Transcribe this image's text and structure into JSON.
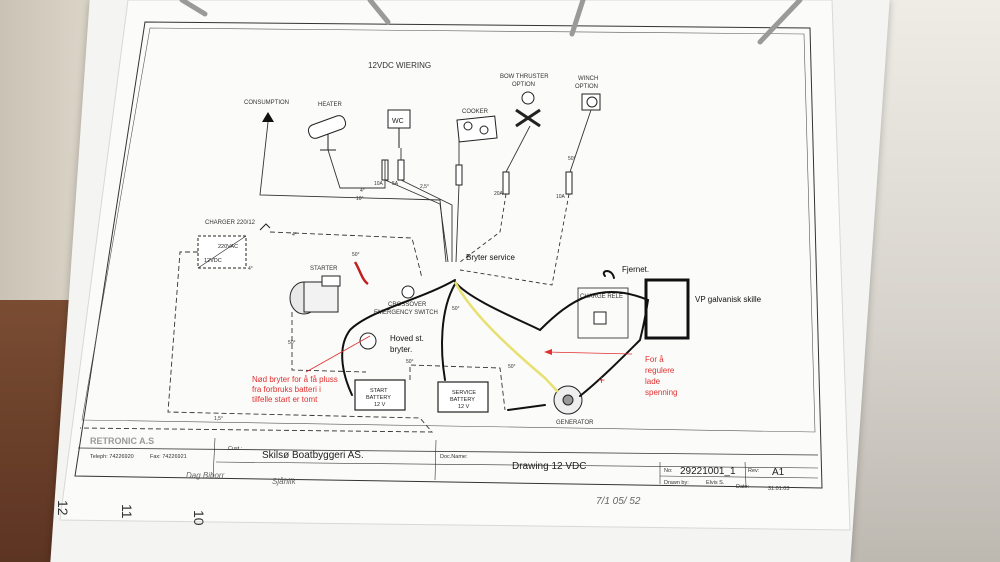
{
  "title": "12VDC WIERING",
  "loads": {
    "consumption": "CONSUMPTION",
    "heater": "HEATER",
    "wc": "WC",
    "cooker": "COOKER",
    "bow_thruster_1": "BOW THRUSTER",
    "bow_thruster_2": "OPTION",
    "winch_1": "WINCH",
    "winch_2": "OPTION"
  },
  "fuses": {
    "f1": "10A",
    "f2": "5A",
    "f3": "20A",
    "f4": "10A"
  },
  "wire_sizes": {
    "w1": "4°",
    "w2": "10°",
    "w3": "2,5°",
    "w4": "4°",
    "w5": "50°",
    "w6": "50°",
    "w7": "50°",
    "w8": "50°",
    "w9": "50°",
    "w10": "1,5°",
    "w11": "50°",
    "w12": "4°"
  },
  "components": {
    "charger_1": "CHARGER 220/12",
    "charger_ac": "220VAC",
    "charger_dc": "12VDC",
    "starter": "STARTER",
    "crossover_1": "CROSSOVER",
    "crossover_2": "EMERGENCY SWITCH",
    "charge_rele": "CHARGE RELE",
    "generator": "GENERATOR",
    "start_battery_1": "START",
    "start_battery_2": "BATTERY",
    "start_battery_3": "12 V",
    "service_battery_1": "SERVICE",
    "service_battery_2": "BATTERY",
    "service_battery_3": "12 V"
  },
  "annotations": {
    "bryter_service": "Bryter service",
    "fjernet": "Fjernet.",
    "vp_skille": "VP galvanisk skille",
    "hoved_1": "Hoved st.",
    "hoved_2": "bryter.",
    "nod_1": "Nød bryter for å få pluss",
    "nod_2": "fra forbruks batteri i",
    "nod_3": "tilfelle start er tomt",
    "regulere_1": "For å",
    "regulere_2": "regulere",
    "regulere_3": "lade",
    "regulere_4": "spenning"
  },
  "title_block": {
    "company": "RETRONIC A.S",
    "phone": "Teleph: 74226920",
    "fax": "Fax: 74226921",
    "cust_label": "Cust.:",
    "cust_value": "Skilsø Boatbyggeri AS.",
    "docname_label": "Doc.Name:",
    "docname_value": "Drawing 12 VDC",
    "no_label": "No:",
    "no_value": "29221001_1",
    "rev_label": "Rev:",
    "rev_value": "A1",
    "drawn_label": "Drawn by:",
    "drawn_value": "Elvis S.",
    "date_label": "Date:",
    "date_value": "31.01.03"
  },
  "handwriting": {
    "h1": "Dag Biborr",
    "h2": "Sjåhlik",
    "h3": "7/1 05/ 52"
  },
  "tabs": {
    "t12": "12",
    "t11": "11",
    "t10": "10"
  },
  "colors": {
    "annotation_red": "#e03030",
    "yellow_wire": "#e8e070",
    "black_wire": "#111111"
  }
}
